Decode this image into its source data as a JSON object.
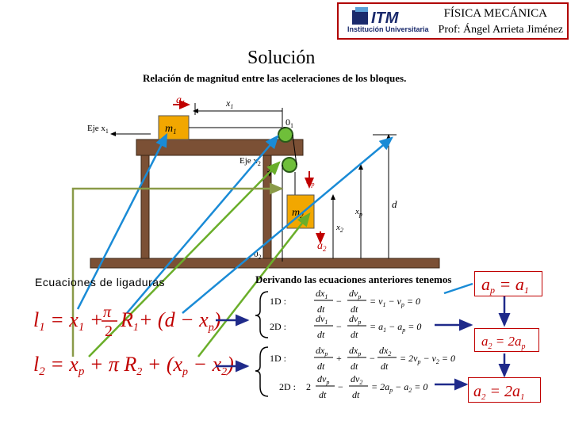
{
  "header": {
    "logo_word": "ITM",
    "logo_subtitle": "Institución Universitaria",
    "title": "FÍSICA MECÁNICA",
    "professor": "Prof: Ángel Arrieta Jiménez"
  },
  "slide": {
    "title": "Solución",
    "subtitle": "Relación de magnitud entre las aceleraciones de los bloques."
  },
  "diagram": {
    "mass1": "m",
    "mass1_sub": "1",
    "mass2": "m",
    "mass2_sub": "2",
    "a1": "a",
    "a1_sub": "1",
    "ap": "a",
    "ap_sub": "p",
    "a2": "a",
    "a2_sub": "2",
    "x1": "x",
    "x1_sub": "1",
    "origin1": "0",
    "origin1_sub": "1",
    "eje_x1": "Eje x",
    "eje_x1_sub": "1",
    "eje_x2": "Eje x",
    "eje_x2_sub": "2",
    "xp": "x",
    "xp_sub": "p",
    "x2": "x",
    "x2_sub": "2",
    "d": "d",
    "origin2": "0",
    "origin2_sub": "2"
  },
  "sections": {
    "ligaduras": "Ecuaciones de ligaduras",
    "derivando": "Derivando las ecuaciones anteriores tenemos"
  },
  "results": {
    "r1_lhs": "a",
    "r1_lhs_sub": "p",
    "r1_rhs": "a",
    "r1_rhs_sub": "1",
    "r2_lhs": "a",
    "r2_lhs_sub": "2",
    "r2_mid": "2a",
    "r2_rhs_sub": "p",
    "r3_lhs": "a",
    "r3_lhs_sub": "2",
    "r3_mid": "2a",
    "r3_rhs_sub": "1"
  },
  "colors": {
    "accent": "#c00000",
    "blue_arrow": "#1a8bd6",
    "green_arrow": "#6aae2a",
    "olive_arrow": "#8a9a48",
    "navy_arrow": "#1f2a8a",
    "table": "#7b5035"
  }
}
